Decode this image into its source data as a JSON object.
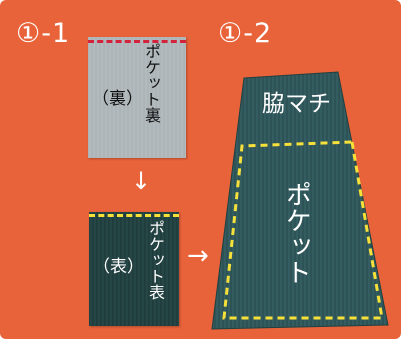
{
  "steps": {
    "left_label": "①-1",
    "right_label": "①-2"
  },
  "back_piece": {
    "paren_label": "（裏）",
    "vertical_text": "ポケット裏"
  },
  "front_piece": {
    "paren_label": "（表）",
    "vertical_text": "ポケット表"
  },
  "right_piece": {
    "side_label": "脇マチ",
    "pocket_label": "ポケット"
  },
  "arrows": {
    "down": "↓",
    "right": "→"
  },
  "colors": {
    "background": "#e8633a",
    "back_fabric": "#b0b8bc",
    "front_fabric": "#234242",
    "right_fabric": "#2e5559",
    "dash_red": "#d3233a",
    "dash_yellow": "#f6e13a"
  }
}
